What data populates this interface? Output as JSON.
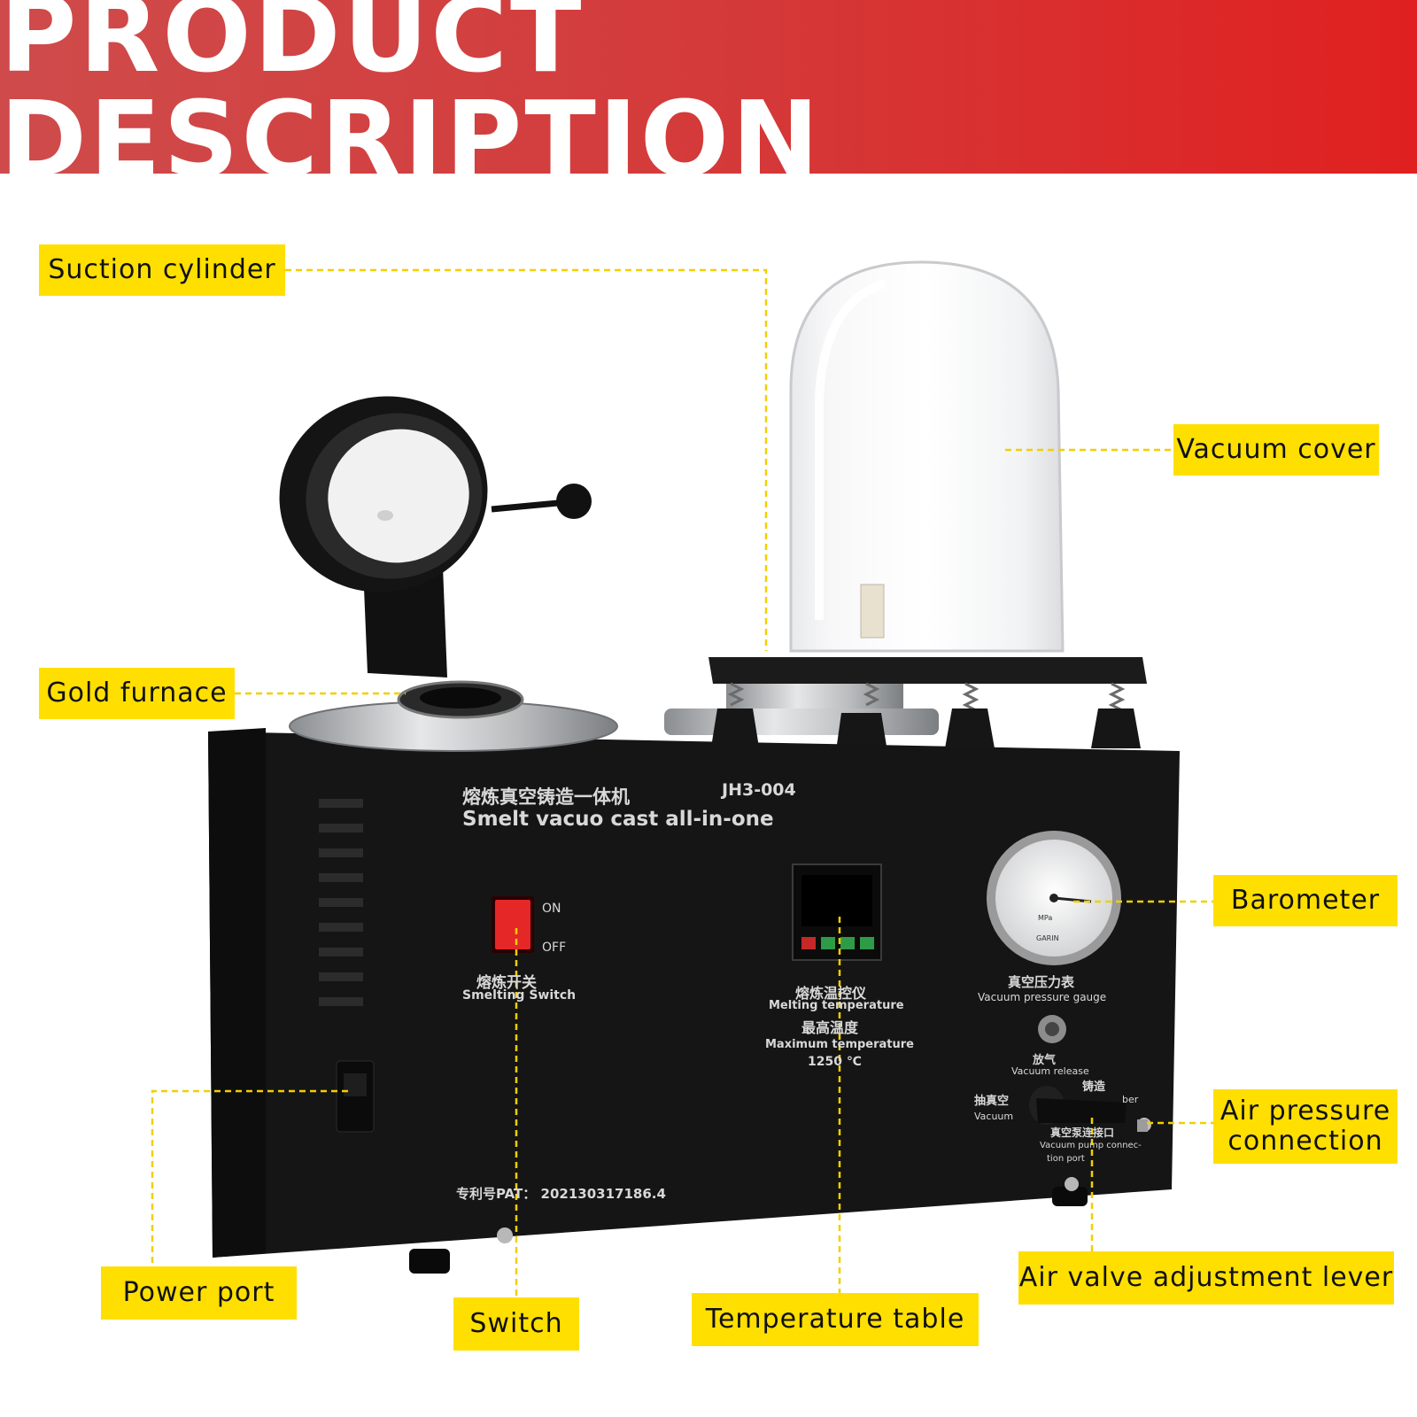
{
  "header": {
    "title": "PRODUCT DESCRIPTION"
  },
  "colors": {
    "banner": "#d43a3a",
    "callout": "#ffdf00",
    "leader": "#f2cf00",
    "machine_body": "#151515"
  },
  "callouts": {
    "suction_cylinder": "Suction cylinder",
    "vacuum_cover": "Vacuum cover",
    "gold_furnace": "Gold furnace",
    "barometer": "Barometer",
    "air_pressure_connection_line1": "Air pressure",
    "air_pressure_connection_line2": "connection",
    "power_port": "Power port",
    "switch": "Switch",
    "temperature_table": "Temperature table",
    "air_valve_adjustment_lever": "Air valve adjustment lever"
  },
  "machine_labels": {
    "title_cn": "熔炼真空铸造一体机",
    "title_en": "Smelt vacuo cast all-in-one",
    "model": "JH3-004",
    "switch_on": "ON",
    "switch_off": "OFF",
    "switch_cn": "熔炼开关",
    "switch_en": "Smelting Switch",
    "temp_cn": "熔炼温控仪",
    "temp_en": "Melting  temperature",
    "max_cn": "最高温度",
    "max_en": "Maximum  temperature",
    "max_value": "1250 ℃",
    "gauge_cn": "真空压力表",
    "gauge_en": "Vacuum pressure gauge",
    "release_cn": "放气",
    "release_en": "Vacuum release",
    "vacuum_cn": "抽真空",
    "vacuum_en": "Vacuum",
    "cast_cn": "铸造",
    "chamber_en": "ber",
    "pump_cn": "真空泵连接口",
    "pump_en_1": "Vacuum pump connec-",
    "pump_en_2": "tion port",
    "patent": "专利号PAT：  202130317186.4",
    "gauge_brand": "GARIN",
    "gauge_unit": "MPa"
  }
}
